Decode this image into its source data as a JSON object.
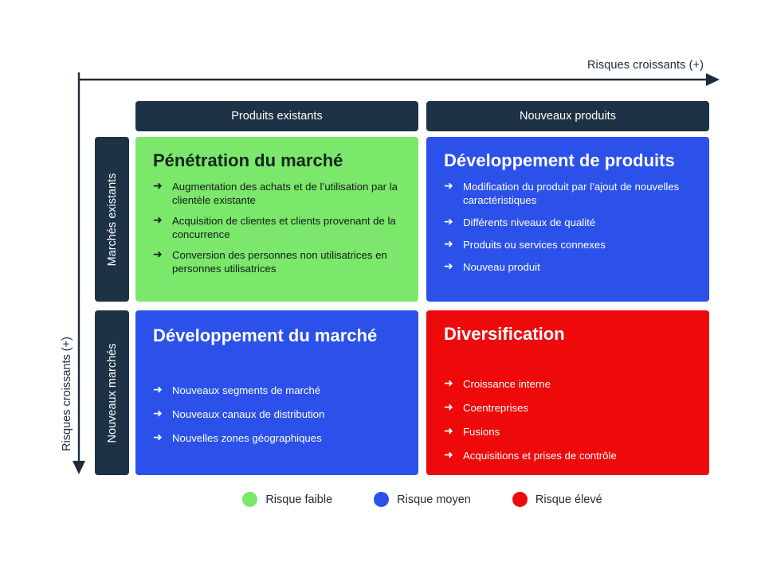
{
  "axes": {
    "top_label": "Risques croissants (+)",
    "left_label": "Risques croissants (+)",
    "axis_color": "#1d2b3a"
  },
  "columns": [
    {
      "label": "Produits existants"
    },
    {
      "label": "Nouveaux produits"
    }
  ],
  "rows": [
    {
      "label": "Marchés existants"
    },
    {
      "label": "Nouveaux marchés"
    }
  ],
  "quadrants": [
    {
      "id": "market-penetration",
      "title": "Pénétration du marché",
      "color": "#7be76b",
      "text_tone": "dark",
      "bullet": "➜",
      "items": [
        "Augmentation des achats et de l’utilisation par la clientèle existante",
        "Acquisition de clientes et clients provenant de la concurrence",
        "Conversion des personnes non utilisatrices en personnes utilisatrices"
      ]
    },
    {
      "id": "product-development",
      "title": "Développement de produits",
      "color": "#2b51ea",
      "text_tone": "light",
      "bullet": "➜",
      "items": [
        "Modification du produit par l’ajout de nouvelles caractéristiques",
        "Différents niveaux de qualité",
        "Produits ou services connexes",
        "Nouveau produit"
      ]
    },
    {
      "id": "market-development",
      "title": "Développement du marché",
      "color": "#2b51ea",
      "text_tone": "light",
      "bullet": "➜",
      "items": [
        "Nouveaux segments de marché",
        "Nouveaux canaux de distribution",
        "Nouvelles zones géographiques"
      ]
    },
    {
      "id": "diversification",
      "title": "Diversification",
      "color": "#ee0a0a",
      "text_tone": "light",
      "bullet": "➜",
      "items": [
        "Croissance interne",
        "Coentreprises",
        "Fusions",
        "Acquisitions et prises de contrôle"
      ]
    }
  ],
  "legend": [
    {
      "label": "Risque faible",
      "color": "#7be76b"
    },
    {
      "label": "Risque moyen",
      "color": "#2b51ea"
    },
    {
      "label": "Risque élevé",
      "color": "#ee0a0a"
    }
  ]
}
